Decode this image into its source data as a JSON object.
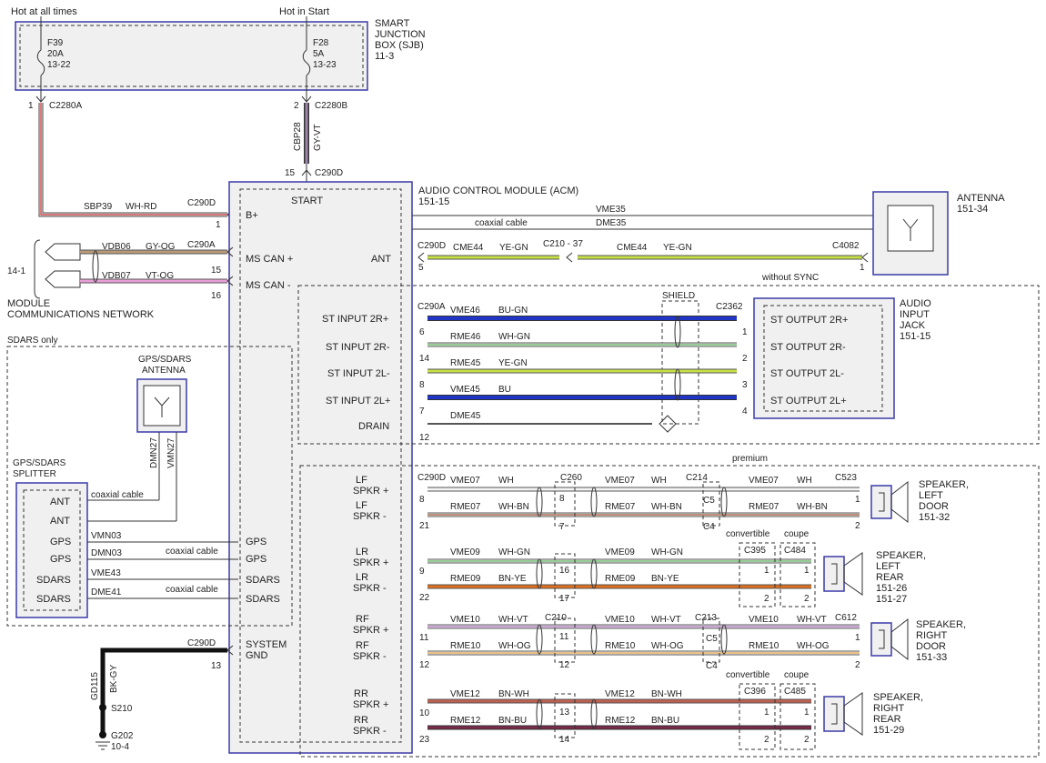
{
  "labels": {
    "hot_always": "Hot at all times",
    "hot_start": "Hot in Start",
    "sjb": [
      "SMART",
      "JUNCTION",
      "BOX (SJB)",
      "11-3"
    ],
    "f39": [
      "F39",
      "20A",
      "13-22"
    ],
    "f28": [
      "F28",
      "5A",
      "13-23"
    ],
    "c2280a_pin": "1",
    "c2280a": "C2280A",
    "c2280b_pin": "2",
    "c2280b": "C2280B",
    "cbp28": "CBP28",
    "gy_vt": "GY-VT",
    "c290d_top_pin": "15",
    "c290d_top": "C290D",
    "acm": [
      "AUDIO CONTROL MODULE (ACM)",
      "151-15"
    ],
    "start": "START",
    "bplus": "B+",
    "sbp39": "SBP39",
    "wh_rd": "WH-RD",
    "c290d_b": "C290D",
    "c290d_b_pin": "1",
    "vdb06": "VDB06",
    "gy_og": "GY-OG",
    "c290a_can": "C290A",
    "vdb07": "VDB07",
    "vt_og": "VT-OG",
    "pin15": "15",
    "pin16": "16",
    "ms_can_plus": "MS CAN +",
    "ms_can_minus": "MS CAN -",
    "mcn_ref": "14-1",
    "mcn": [
      "MODULE",
      "COMMUNICATIONS NETWORK"
    ],
    "ant_label": "ANT",
    "vme35": "VME35",
    "coax": "coaxial cable",
    "dme35": "DME35",
    "c290d_ant": "C290D",
    "cme44": "CME44",
    "ye_gn": "YE-GN",
    "c210_37": "C210 - 37",
    "c4082": "C4082",
    "pin5": "5",
    "pin1": "1",
    "antenna": [
      "ANTENNA",
      "151-34"
    ],
    "without_sync": "without SYNC",
    "shield": "SHIELD",
    "c290a_in": "C290A",
    "c2362": "C2362",
    "st_in": [
      "ST INPUT 2R+",
      "ST INPUT 2R-",
      "ST INPUT 2L-",
      "ST INPUT 2L+",
      "DRAIN"
    ],
    "st_wires": [
      "VME46",
      "RME46",
      "RME45",
      "VME45",
      "DME45"
    ],
    "st_colors": [
      "BU-GN",
      "WH-GN",
      "YE-GN",
      "BU"
    ],
    "st_pins": [
      "6",
      "14",
      "8",
      "7",
      "12"
    ],
    "st_out": [
      "ST OUTPUT 2R+",
      "ST OUTPUT 2R-",
      "ST OUTPUT 2L-",
      "ST OUTPUT 2L+"
    ],
    "st_out_pins": [
      "1",
      "2",
      "3",
      "4"
    ],
    "aux_jack": [
      "AUDIO",
      "INPUT",
      "JACK",
      "151-15"
    ],
    "sdars_only": "SDARS only",
    "gps_ant": [
      "GPS/SDARS",
      "ANTENNA"
    ],
    "dmn27": "DMN27",
    "vmn27": "VMN27",
    "splitter": [
      "GPS/SDARS",
      "SPLITTER"
    ],
    "splitter_rows": [
      "ANT",
      "ANT",
      "GPS",
      "GPS",
      "SDARS",
      "SDARS"
    ],
    "split_wires": [
      "VMN03",
      "DMN03",
      "VME43",
      "DME41"
    ],
    "acm_gps": [
      "GPS",
      "GPS",
      "SDARS",
      "SDARS"
    ],
    "premium": "premium",
    "spk_in": [
      "LF",
      "SPKR +",
      "LF",
      "SPKR -",
      "LR",
      "SPKR +",
      "LR",
      "SPKR -",
      "RF",
      "SPKR +",
      "RF",
      "SPKR -",
      "RR",
      "SPKR +",
      "RR",
      "SPKR -"
    ],
    "spk_pins": [
      "8",
      "21",
      "9",
      "22",
      "11",
      "12",
      "10",
      "23"
    ],
    "spk_wires": [
      "VME07",
      "RME07",
      "VME09",
      "RME09",
      "VME10",
      "RME10",
      "VME12",
      "RME12"
    ],
    "spk_colors": [
      "WH",
      "WH-BN",
      "WH-GN",
      "BN-YE",
      "WH-VT",
      "WH-OG",
      "BN-WH",
      "BN-BU"
    ],
    "c290d_spk": "C290D",
    "c260": "C260",
    "c214": "C214",
    "c523": "C523",
    "c5": "C5",
    "c4": "C4",
    "c210": "C210",
    "c213": "C213",
    "c612": "C612",
    "mid_pins": [
      "8",
      "7",
      "16",
      "17",
      "11",
      "12",
      "13",
      "14"
    ],
    "convertible": "convertible",
    "coupe": "coupe",
    "c395": "C395",
    "c484": "C484",
    "c396": "C396",
    "c485": "C485",
    "spk_lf": [
      "SPEAKER,",
      "LEFT",
      "DOOR",
      "151-32"
    ],
    "spk_lr": [
      "SPEAKER,",
      "LEFT",
      "REAR",
      "151-26",
      "151-27"
    ],
    "spk_rf": [
      "SPEAKER,",
      "RIGHT",
      "DOOR",
      "151-33"
    ],
    "spk_rr": [
      "SPEAKER,",
      "RIGHT",
      "REAR",
      "151-29"
    ],
    "system_gnd": [
      "SYSTEM",
      "GND"
    ],
    "c290d_gnd": "C290D",
    "pin13": "13",
    "gd115": "GD115",
    "bk_gy": "BK-GY",
    "s210": "S210",
    "g202": [
      "G202",
      "10-4"
    ],
    "out_pins": [
      "1",
      "2"
    ]
  }
}
